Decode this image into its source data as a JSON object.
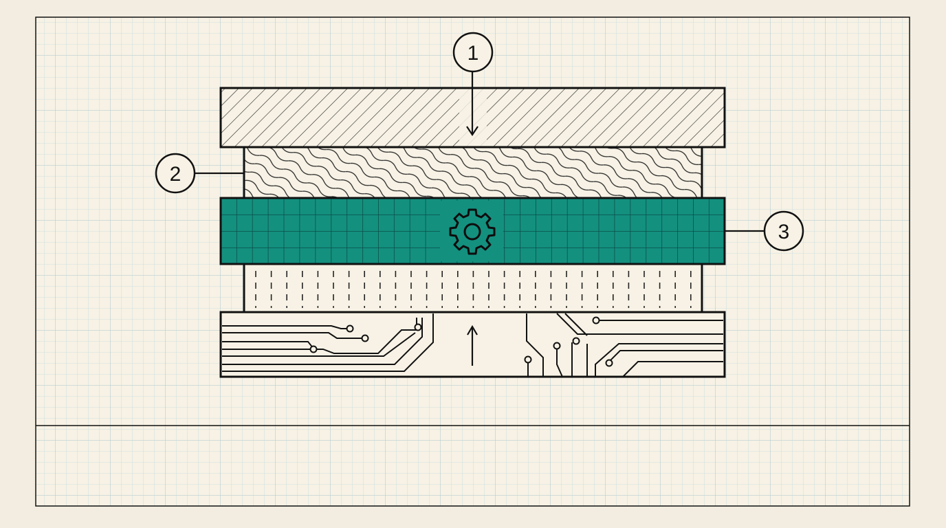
{
  "callouts": [
    {
      "label": "1"
    },
    {
      "label": "2"
    },
    {
      "label": "3"
    }
  ],
  "colors": {
    "paper": "#f2ede0",
    "panel": "#f7f2e5",
    "grid": "#b9d2d6",
    "ink": "#111111",
    "teal": "#138f84"
  },
  "icons": [
    "gear-icon",
    "arrow-down-icon",
    "arrow-up-icon"
  ]
}
